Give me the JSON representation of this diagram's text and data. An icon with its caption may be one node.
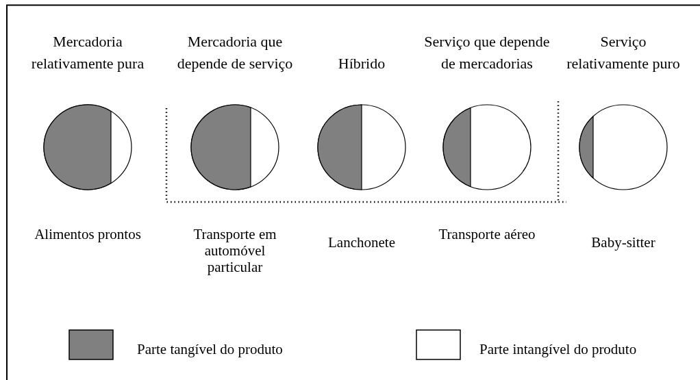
{
  "diagram": {
    "nodes": [
      {
        "text": [
          "Mercadoria relativamente pura"
        ],
        "beside": [
          "Alimentos prontos"
        ]
      },
      {
        "text": [
          "Mercadoria que depende de serviço"
        ],
        "beside": [
          "Transporte em automóvel particular"
        ]
      },
      {
        "text": [
          "Híbrido"
        ],
        "beside": [
          "Lanchonete"
        ]
      },
      {
        "text": [
          "Serviço que depende de mercadorias"
        ],
        "beside": [
          "Transporte aéreo"
        ]
      },
      {
        "text": [
          "Serviço relativamente puro"
        ],
        "beside": [
          "Baby-sitter"
        ]
      }
    ],
    "legend": [
      {
        "text": "Parte tangível do produto",
        "color": "#808080"
      },
      {
        "text": "Parte intangível do produto",
        "color": "#ffffff"
      }
    ]
  }
}
